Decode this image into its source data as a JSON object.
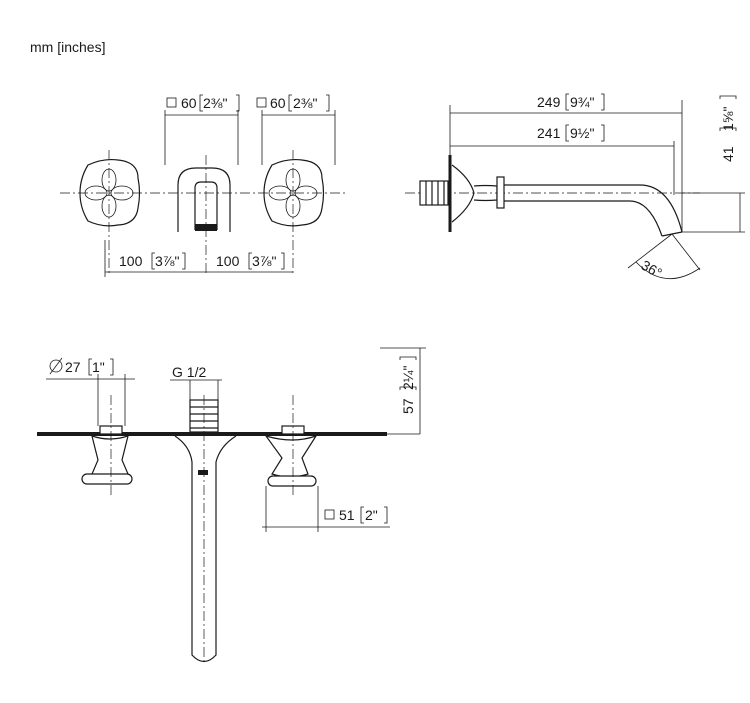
{
  "units": "mm [inches]",
  "front_view": {
    "handle_size_left": {
      "mm": "60",
      "inch": "2⅜\""
    },
    "handle_size_right": {
      "mm": "60",
      "inch": "2⅜\""
    },
    "spacing_left": {
      "mm": "100",
      "inch": "3⅞\""
    },
    "spacing_right": {
      "mm": "100",
      "inch": "3⅞\""
    }
  },
  "side_view": {
    "overall_length": {
      "mm": "249",
      "inch": "9¾\""
    },
    "spout_length": {
      "mm": "241",
      "inch": "9½\""
    },
    "height": {
      "mm": "41",
      "inch": "1⅝\""
    },
    "angle": "36°"
  },
  "top_view": {
    "diameter": {
      "mm": "27",
      "inch": "1\""
    },
    "thread": "G 1/2",
    "depth": {
      "mm": "57",
      "inch": "2¼\""
    },
    "base_size": {
      "mm": "51",
      "inch": "2\""
    }
  }
}
